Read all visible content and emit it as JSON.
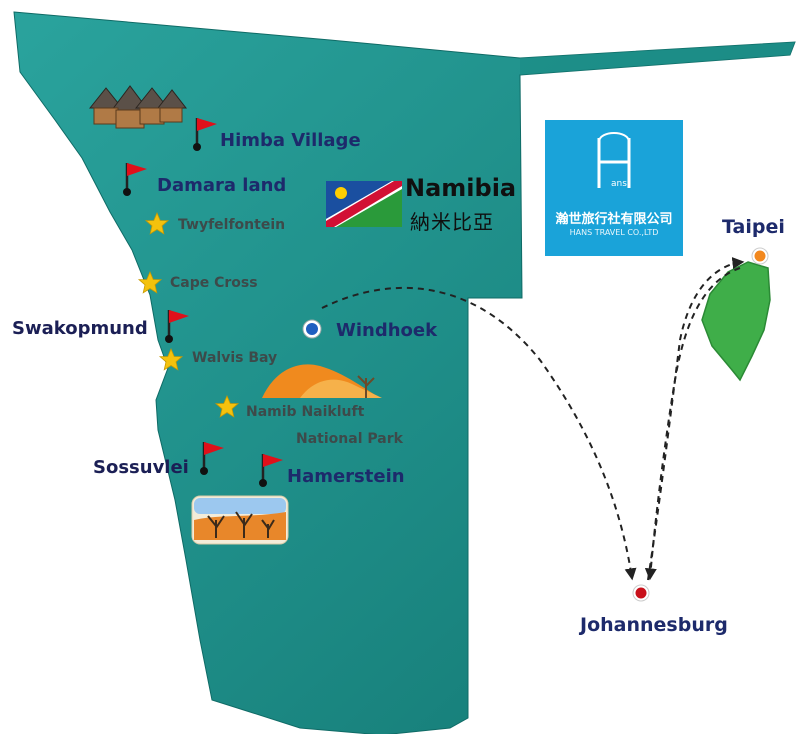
{
  "country": {
    "name": "Namibia",
    "name_cn": "納米比亞"
  },
  "logo": {
    "text_cn": "瀚世旅行社有限公司",
    "text_en": "HANS TRAVEL CO.,LTD",
    "mark": "H-ans"
  },
  "places": {
    "himba": "Himba Village",
    "damara": "Damara land",
    "twyfelfontein": "Twyfelfontein",
    "cape_cross": "Cape Cross",
    "swakopmund": "Swakopmund",
    "walvis_bay": "Walvis Bay",
    "windhoek": "Windhoek",
    "namib_line1": "Namib Naikluft",
    "namib_line2": "National Park",
    "sossusvlei": "Sossuvlei",
    "hamerstein": "Hamerstein"
  },
  "cities": {
    "taipei": "Taipei",
    "johannesburg": "Johannesburg"
  },
  "icons": {
    "flag": "red-flag-icon",
    "star": "star-icon",
    "capital": "capital-dot-icon",
    "village": "hut-village-icon",
    "dune": "sand-dune-icon",
    "desert": "deadvlei-tree-icon"
  },
  "colors": {
    "map_fill": "#1b8c86",
    "flag": "#e0101a",
    "star": "#f4c20d",
    "label": "#1d2a6b",
    "taiwan": "#3fae49",
    "logo_bg": "#1aa3d9",
    "route": "#222222"
  }
}
